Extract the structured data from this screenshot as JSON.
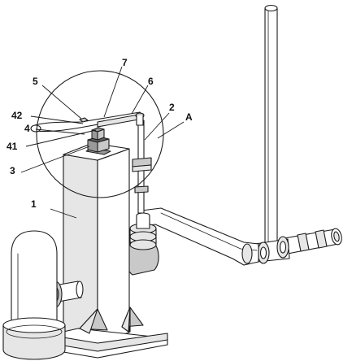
{
  "labels": {
    "l1": "1",
    "l2": "2",
    "l3": "3",
    "l4": "4",
    "l41": "41",
    "l42": "42",
    "l5": "5",
    "l6": "6",
    "l7": "7",
    "lA": "A"
  }
}
